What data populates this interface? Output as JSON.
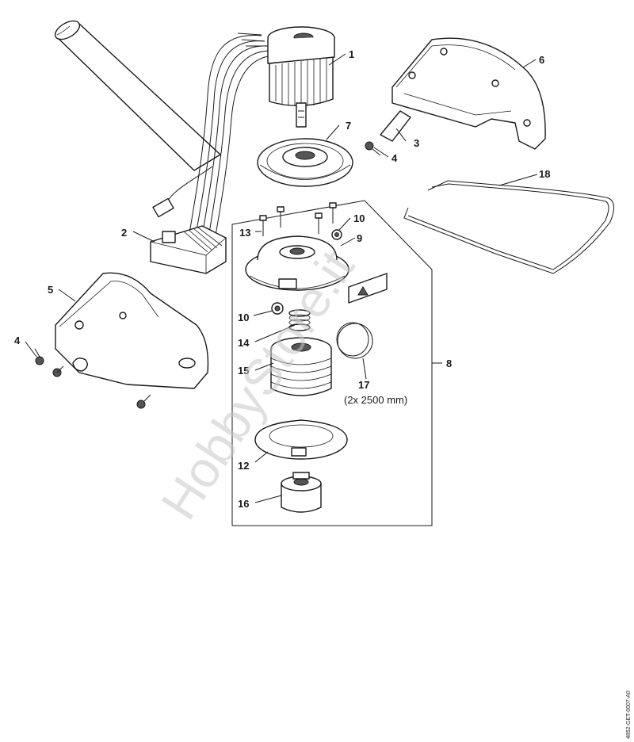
{
  "callouts": {
    "c1": "1",
    "c2": "2",
    "c3": "3",
    "c4a": "4",
    "c4b": "4",
    "c5": "5",
    "c6": "6",
    "c7": "7",
    "c8": "8",
    "c9": "9",
    "c10a": "10",
    "c10b": "10",
    "c12": "12",
    "c13": "13",
    "c14": "14",
    "c15": "15",
    "c16": "16",
    "c17": "17",
    "c18": "18"
  },
  "note_17": "(2x 2500 mm)",
  "watermark": "HobbyStore.it",
  "doc_id": "4852-GET-0007-A0"
}
